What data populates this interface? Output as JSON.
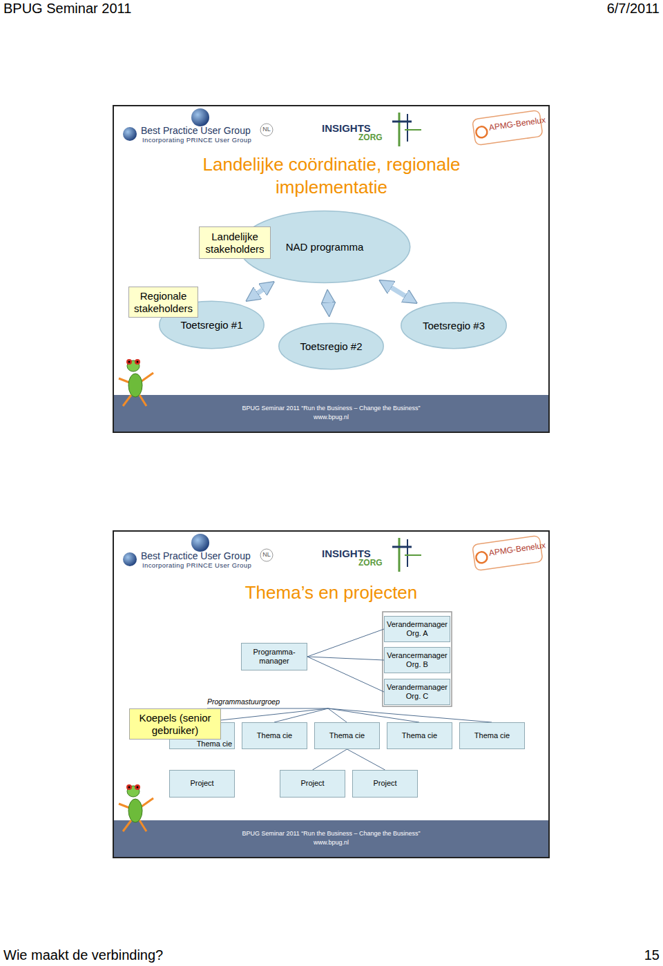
{
  "diagram": {
    "nodes": [
      {
        "text": [
          "Landelijke stakeholders"
        ]
      },
      {
        "text": [
          "NAD programma"
        ]
      },
      {
        "text": [
          "Regionale stakeholders"
        ]
      },
      {
        "text": [
          "Toetsregio #1"
        ]
      },
      {
        "text": [
          "Toetsregio #2"
        ]
      },
      {
        "text": [
          "Toetsregio #3"
        ]
      },
      {
        "text": [
          "Programma- manager"
        ]
      },
      {
        "text": [
          "Verandermanager Org. A"
        ]
      },
      {
        "text": [
          "Verancermanager Org. B"
        ]
      },
      {
        "text": [
          "Verandermanager Org. C"
        ]
      },
      {
        "text": [
          "Koepels (senior gebruiker)"
        ]
      },
      {
        "text": [
          "Thema cie"
        ]
      },
      {
        "text": [
          "Thema cie"
        ]
      },
      {
        "text": [
          "Thema cie"
        ]
      },
      {
        "text": [
          "Thema cie"
        ]
      },
      {
        "text": [
          "Thema cie"
        ]
      },
      {
        "text": [
          "Project"
        ]
      },
      {
        "text": [
          "Project"
        ]
      },
      {
        "text": [
          "Project"
        ]
      }
    ],
    "edges": [
      {
        "from": 1,
        "to": 3,
        "arrow": "both"
      },
      {
        "from": 1,
        "to": 4,
        "arrow": "both"
      },
      {
        "from": 1,
        "to": 5,
        "arrow": "both"
      },
      {
        "from": 6,
        "to": 7,
        "arrow": "none"
      },
      {
        "from": 6,
        "to": 8,
        "arrow": "none"
      },
      {
        "from": 6,
        "to": 9,
        "arrow": "none"
      },
      {
        "from": 13,
        "to": 17,
        "arrow": "none"
      },
      {
        "from": 13,
        "to": 18,
        "arrow": "none"
      }
    ],
    "labels": [
      "BPUG Seminar 2011",
      "6/7/2011",
      "Best Practice User Group",
      "NL",
      "Incorporating PRINCE User Group",
      "INSIGHTS",
      "ZORG",
      "APMG-Benelux",
      "Landelijke coördinatie, regionale implementatie",
      "BPUG Seminar 2011 “Run the Business – Change the Business”",
      "www.bpug.nl",
      "Best Practice User Group",
      "NL",
      "Incorporating PRINCE User Group",
      "INSIGHTS",
      "ZORG",
      "APMG-Benelux",
      "Thema’s en projecten",
      "Programmastuurgroep",
      "BPUG Seminar 2011 “Run the Business – Change the Business”",
      "www.bpug.nl",
      "Wie maakt de verbinding?",
      "15"
    ]
  }
}
